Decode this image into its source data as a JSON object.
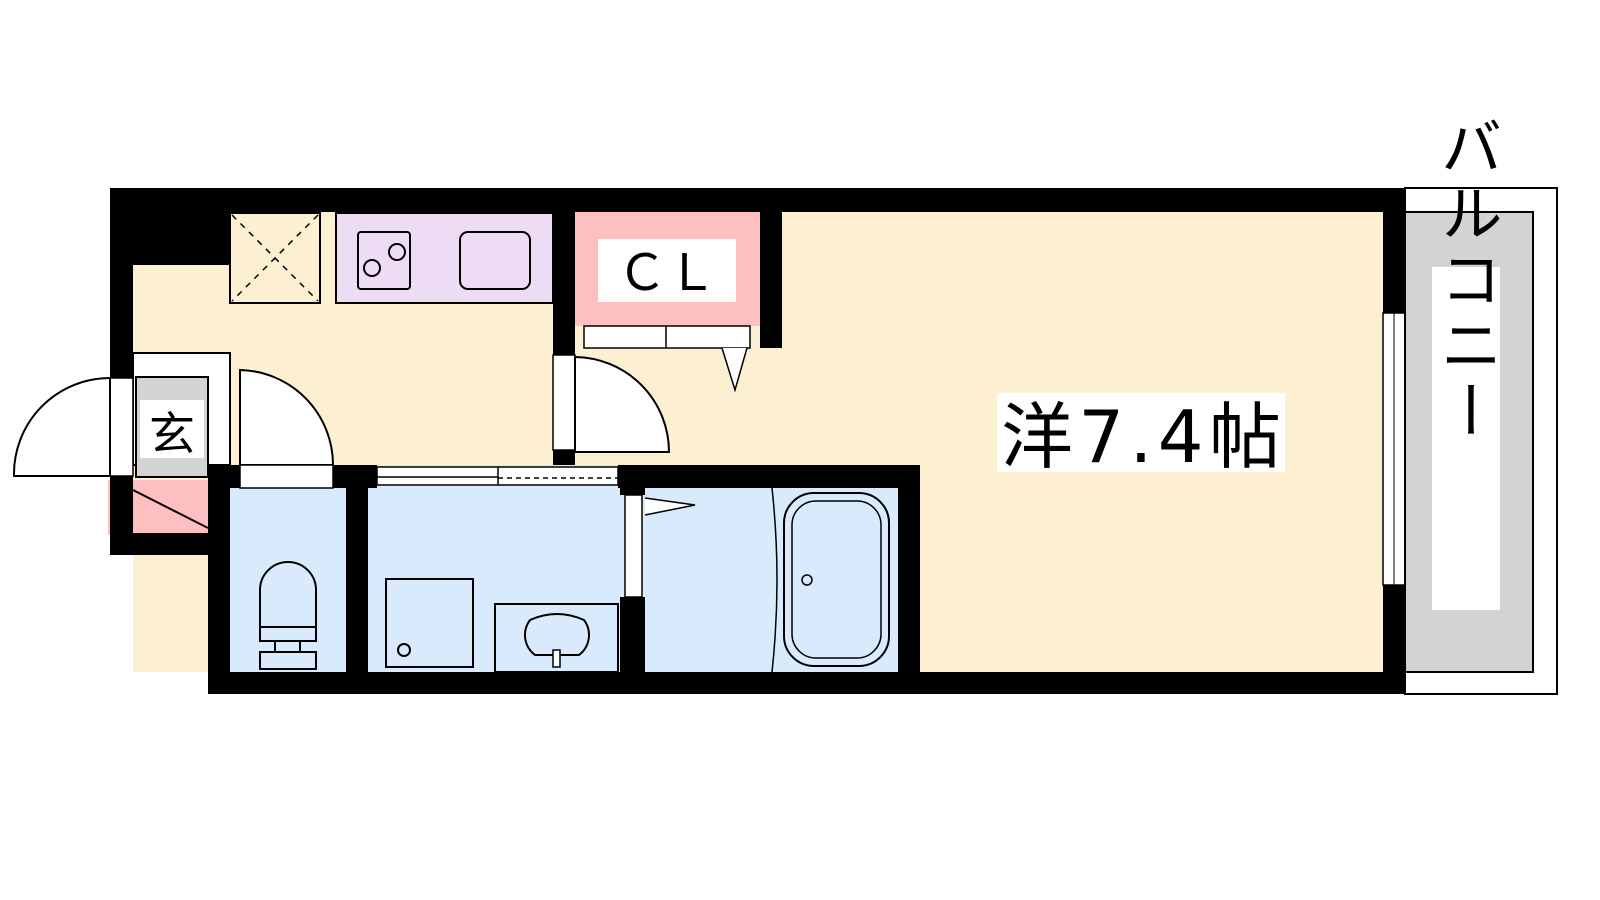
{
  "floorplan": {
    "rooms": {
      "entrance": {
        "label": "玄"
      },
      "closet": {
        "label": "ＣＬ"
      },
      "main_room": {
        "label": "洋7.4帖"
      },
      "balcony": {
        "label": "バルコニー"
      }
    },
    "colors": {
      "room": "#fdf0d2",
      "wet": "#daeafd",
      "closet": "#fdbfbf",
      "kitchen": "#eedcf4",
      "balcony": "#d3d3d3",
      "wall": "#000000"
    }
  }
}
